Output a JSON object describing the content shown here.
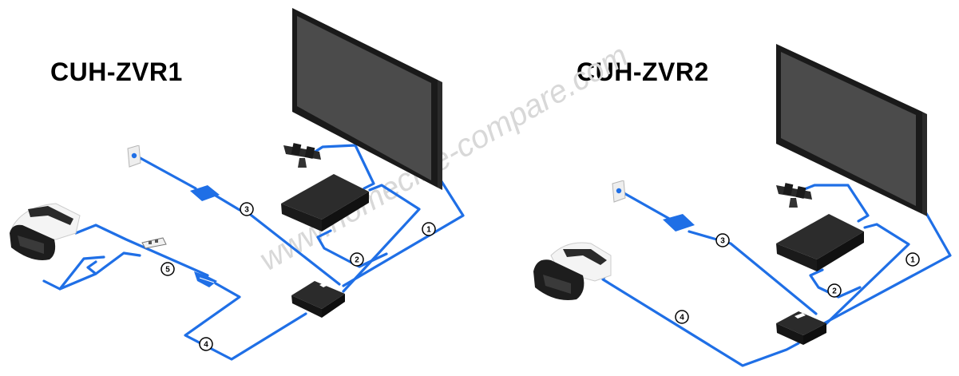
{
  "diagrams": [
    {
      "model": "CUH-ZVR1",
      "cable_numbers": [
        "1",
        "2",
        "3",
        "4",
        "5"
      ]
    },
    {
      "model": "CUH-ZVR2",
      "cable_numbers": [
        "1",
        "2",
        "3",
        "4"
      ]
    }
  ],
  "watermark": "www.homecine-compare.com",
  "colors": {
    "cable": "#1f6fe6",
    "device_dark": "#1c1c1c",
    "screen": "#4a4a4a",
    "outlet": "#e9e9e9",
    "headset_white": "#f4f4f4",
    "watermark": "#d8d8d8"
  }
}
